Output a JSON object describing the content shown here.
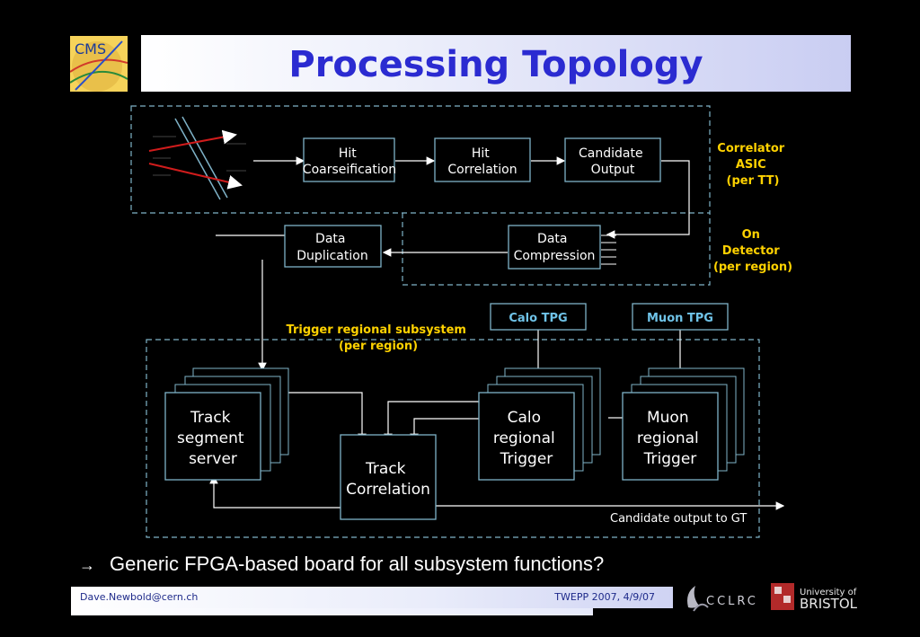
{
  "slide": {
    "title": "Processing Topology",
    "bullet": "Generic FPGA-based board for all subsystem functions?",
    "bullet_arrow": "→",
    "footer_email": "Dave.Newbold@cern.ch",
    "footer_conference": "TWEPP 2007, 4/9/07"
  },
  "logos": {
    "cms": "CMS",
    "cclrc": "CCLRC",
    "bristol_line1": "University of",
    "bristol_line2": "BRISTOL"
  },
  "diagram": {
    "hit_coarse": [
      "Hit",
      "Coarseification"
    ],
    "hit_corr": [
      "Hit",
      "Correlation"
    ],
    "candidate_output": [
      "Candidate",
      "Output"
    ],
    "data_comp": [
      "Data",
      "Compression"
    ],
    "data_dup": [
      "Data",
      "Duplication"
    ],
    "region_asic": [
      "Correlator",
      "ASIC",
      "(per TT)"
    ],
    "region_detector": [
      "On",
      "Detector",
      "(per region)"
    ],
    "region_trigger": [
      "Trigger regional subsystem",
      "(per region)"
    ],
    "calo_tpg": "Calo TPG",
    "muon_tpg": "Muon TPG",
    "track_segment": [
      "Track",
      "segment",
      "server"
    ],
    "track_corr": [
      "Track",
      "Correlation"
    ],
    "calo_trigger": [
      "Calo",
      "regional",
      "Trigger"
    ],
    "muon_trigger": [
      "Muon",
      "regional",
      "Trigger"
    ],
    "candidate_gt": "Candidate output to GT"
  },
  "colors": {
    "title": "#2b2bd1",
    "box_border": "#7fb3c8",
    "annotation": "#ffd200",
    "tpg_text": "#6fc3e8"
  }
}
